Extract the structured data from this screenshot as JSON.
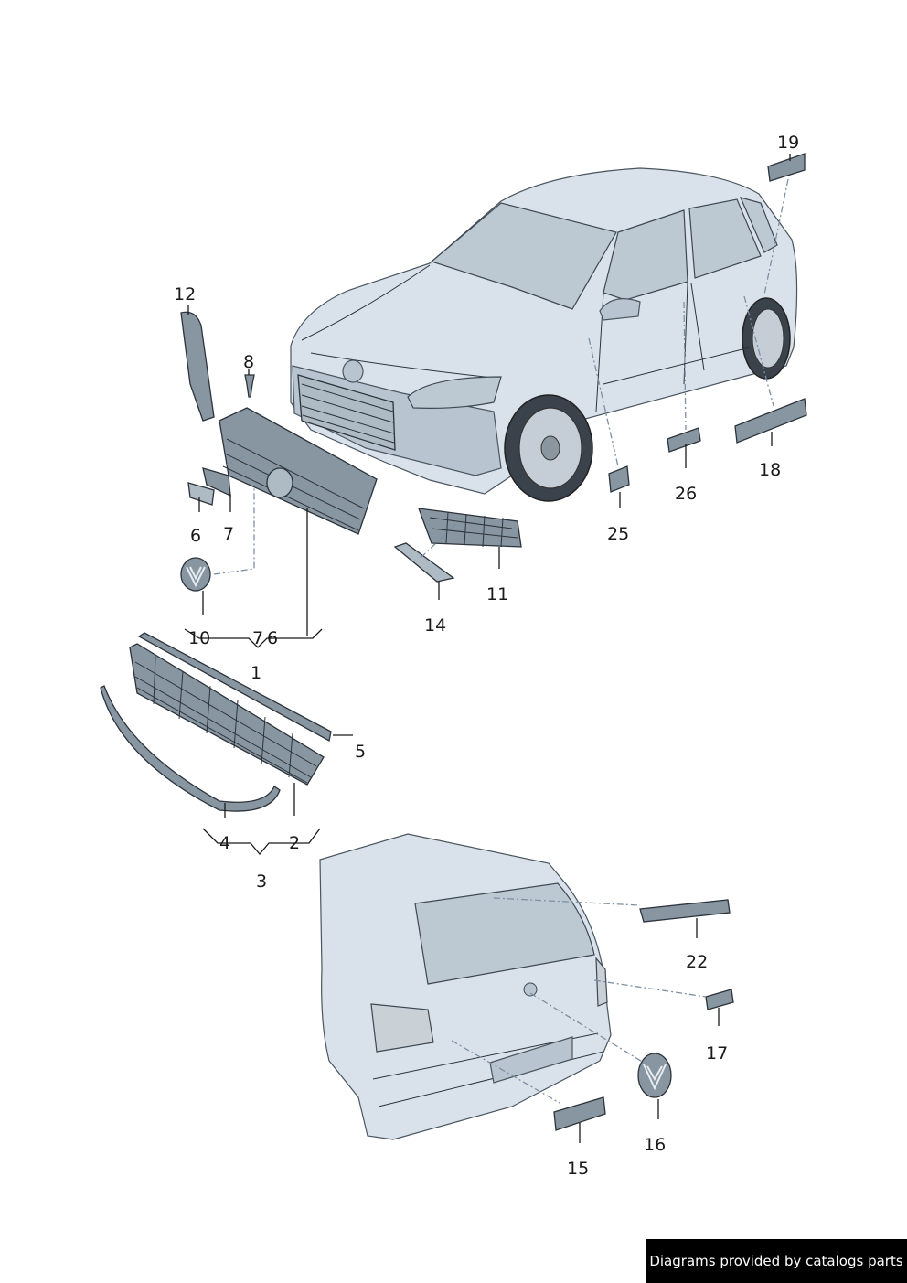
{
  "labels": {
    "l1": "1",
    "l2": "2",
    "l3": "3",
    "l4": "4",
    "l5": "5",
    "l6": "6",
    "l7": "7",
    "l8": "8",
    "l10": "10",
    "l11": "11",
    "l12": "12",
    "l14": "14",
    "l15": "15",
    "l16": "16",
    "l17": "17",
    "l18": "18",
    "l19": "19",
    "l22": "22",
    "l25": "25",
    "l26": "26",
    "l7b": "7",
    "l6b": "6"
  },
  "footer": {
    "text": "Diagrams provided by catalogs parts"
  },
  "colors": {
    "body": "#d9e2ea",
    "part": "#8896a2",
    "outline": "#2c333a",
    "dash": "#7d8fa3"
  }
}
